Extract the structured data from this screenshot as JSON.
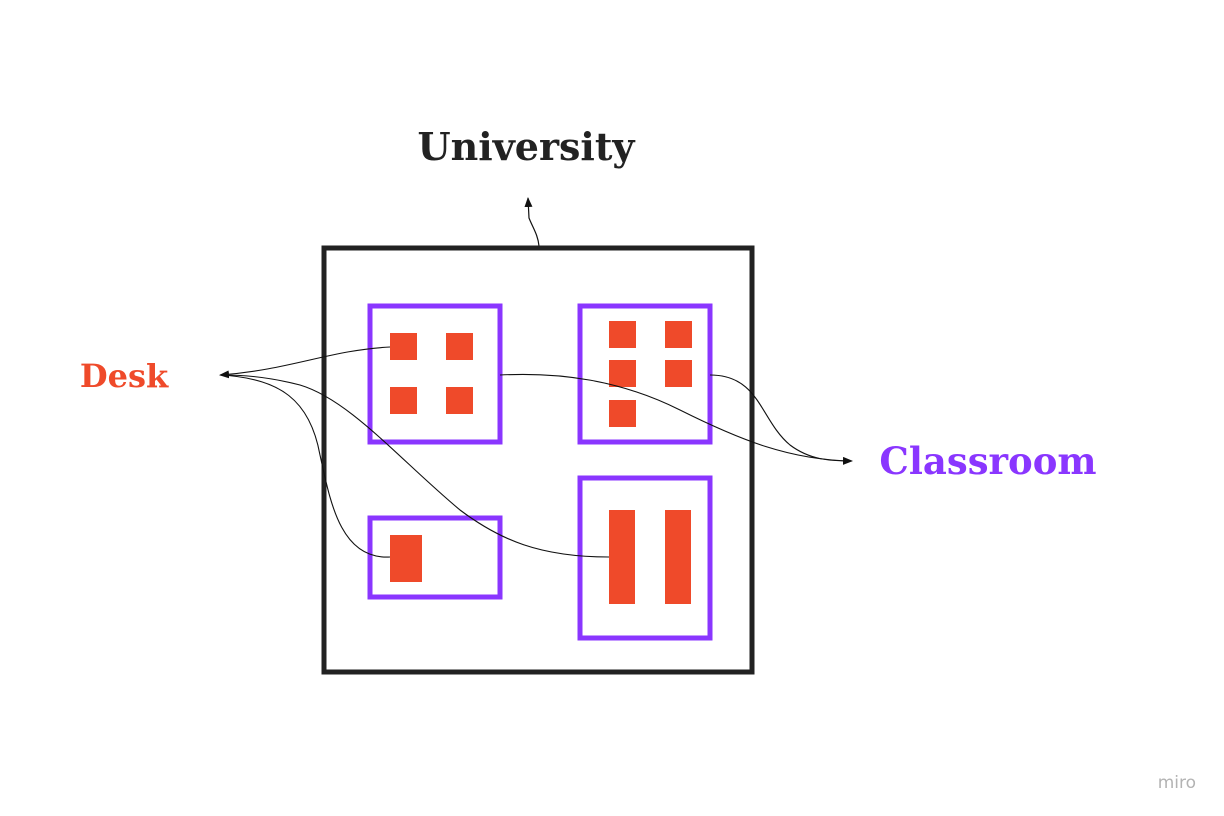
{
  "labels": {
    "university": "University",
    "desk": "Desk",
    "classroom": "Classroom"
  },
  "watermark": "miro",
  "colors": {
    "university": "#222222",
    "desk": "#ef4a2a",
    "classroom": "#8a36ff",
    "connector": "#111111",
    "watermark": "#b3b3b3"
  }
}
